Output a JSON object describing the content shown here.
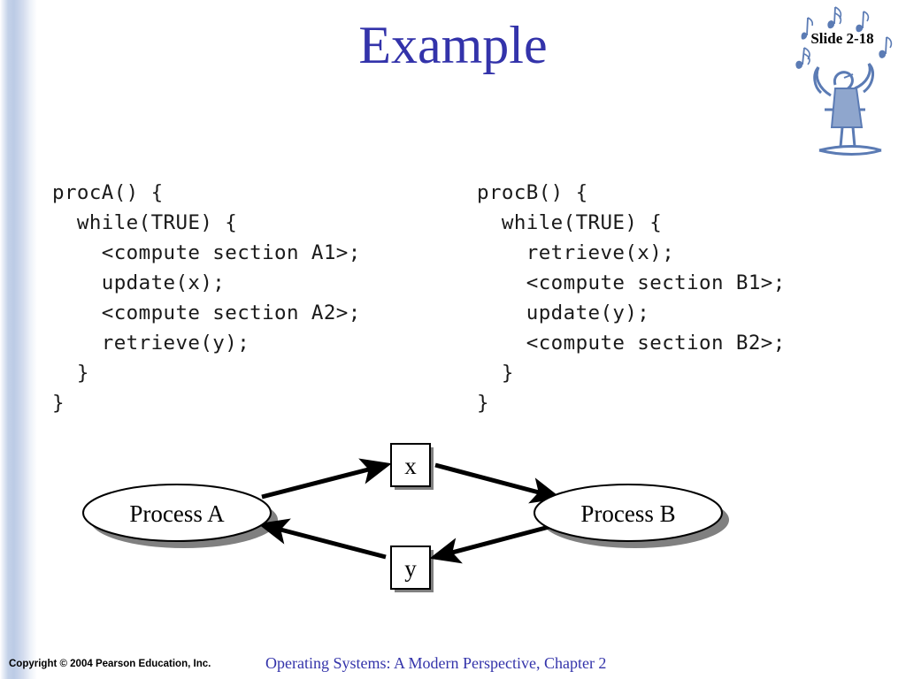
{
  "slide": {
    "title": "Example",
    "badge": "Slide 2-18",
    "logo_icon": "conductor-with-music-notes-icon"
  },
  "code": {
    "left": {
      "name": "procA",
      "text": "procA() {\n  while(TRUE) {\n    <compute section A1>;\n    update(x);\n    <compute section A2>;\n    retrieve(y);\n  }\n}"
    },
    "right": {
      "name": "procB",
      "text": "procB() {\n  while(TRUE) {\n    retrieve(x);\n    <compute section B1>;\n    update(y);\n    <compute section B2>;\n  }\n}"
    }
  },
  "diagram": {
    "nodes": [
      {
        "id": "process-a",
        "label": "Process A",
        "shape": "ellipse"
      },
      {
        "id": "process-b",
        "label": "Process B",
        "shape": "ellipse"
      },
      {
        "id": "var-x",
        "label": "x",
        "shape": "box"
      },
      {
        "id": "var-y",
        "label": "y",
        "shape": "box"
      }
    ],
    "edges": [
      {
        "from": "process-a",
        "to": "var-x",
        "direction": "to"
      },
      {
        "from": "var-x",
        "to": "process-b",
        "direction": "to"
      },
      {
        "from": "process-b",
        "to": "var-y",
        "direction": "to"
      },
      {
        "from": "var-y",
        "to": "process-a",
        "direction": "to"
      }
    ]
  },
  "footer": {
    "copyright": "Copyright © 2004 Pearson Education, Inc.",
    "center": "Operating Systems: A Modern Perspective, Chapter 2"
  },
  "colors": {
    "title_blue": "#3333aa",
    "footer_blue": "#3333aa",
    "bar_blue": "#bccbe6",
    "shadow_gray": "#808080",
    "ink": "#000000"
  }
}
